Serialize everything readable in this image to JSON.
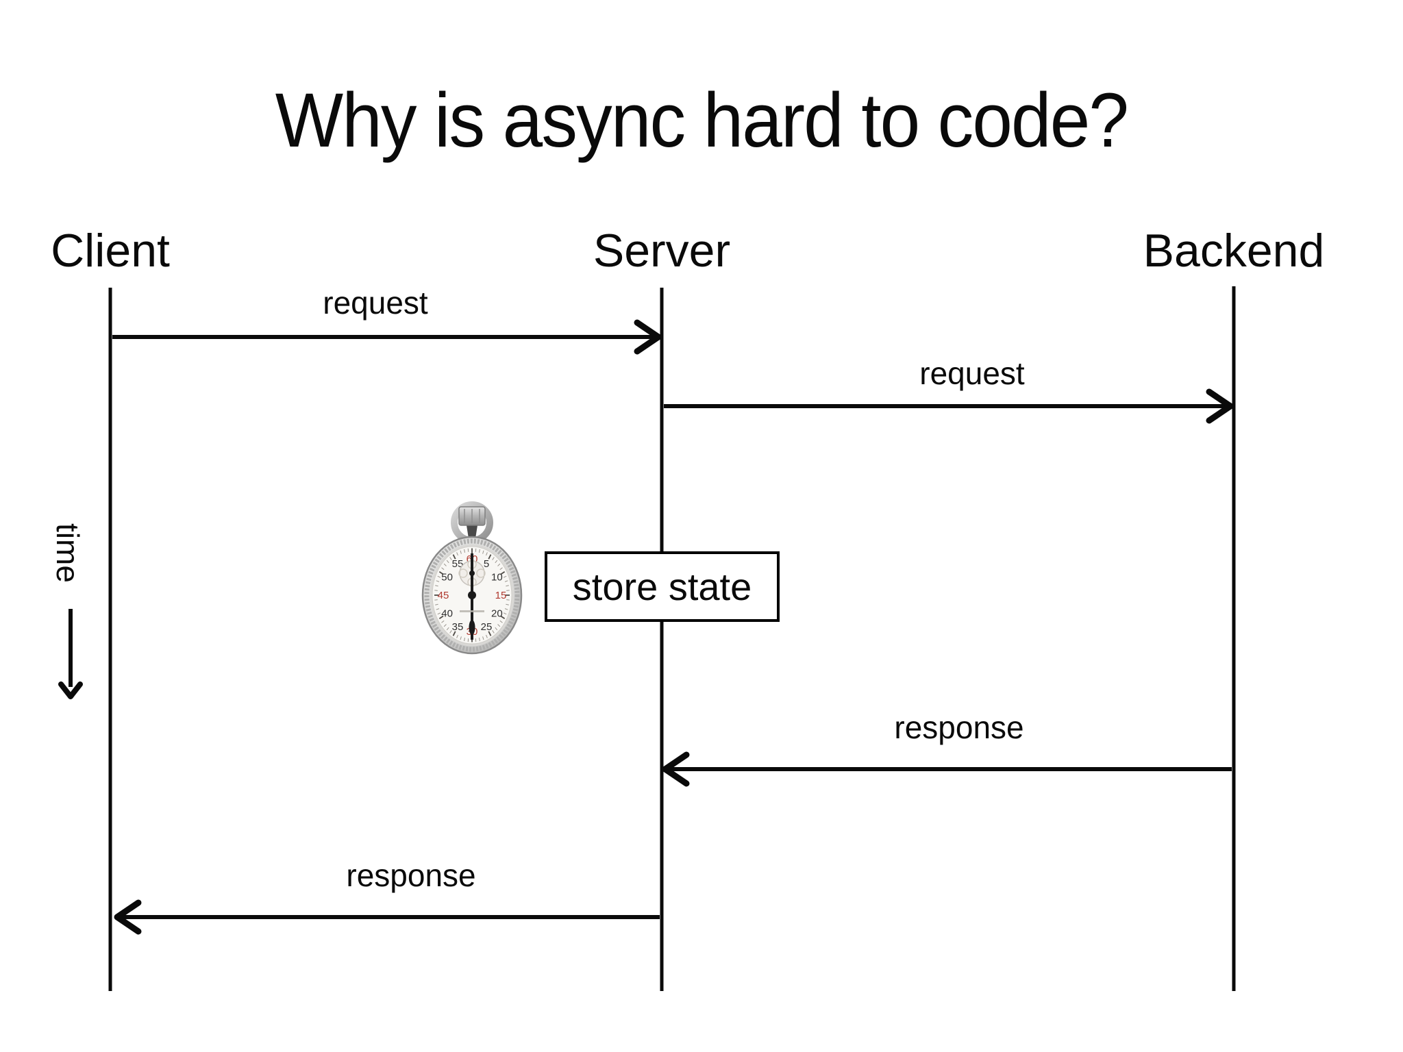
{
  "title": "Why is async hard to code?",
  "actors": [
    {
      "label": "Client"
    },
    {
      "label": "Server"
    },
    {
      "label": "Backend"
    }
  ],
  "messages": [
    {
      "label": "request",
      "from": "Client",
      "to": "Server"
    },
    {
      "label": "request",
      "from": "Server",
      "to": "Backend"
    },
    {
      "label": "response",
      "from": "Backend",
      "to": "Server"
    },
    {
      "label": "response",
      "from": "Server",
      "to": "Client"
    }
  ],
  "time_axis": {
    "label": "time",
    "direction": "down"
  },
  "state_box": {
    "label": "store state"
  },
  "stopwatch": {
    "dial_numbers": [
      "60",
      "5",
      "10",
      "15",
      "20",
      "25",
      "30",
      "35",
      "40",
      "45",
      "50",
      "55"
    ],
    "red_numbers": [
      "60",
      "15",
      "30",
      "45"
    ]
  },
  "colors": {
    "ink": "#0a0a0a",
    "dial_red": "#b0392f",
    "background": "#ffffff"
  }
}
